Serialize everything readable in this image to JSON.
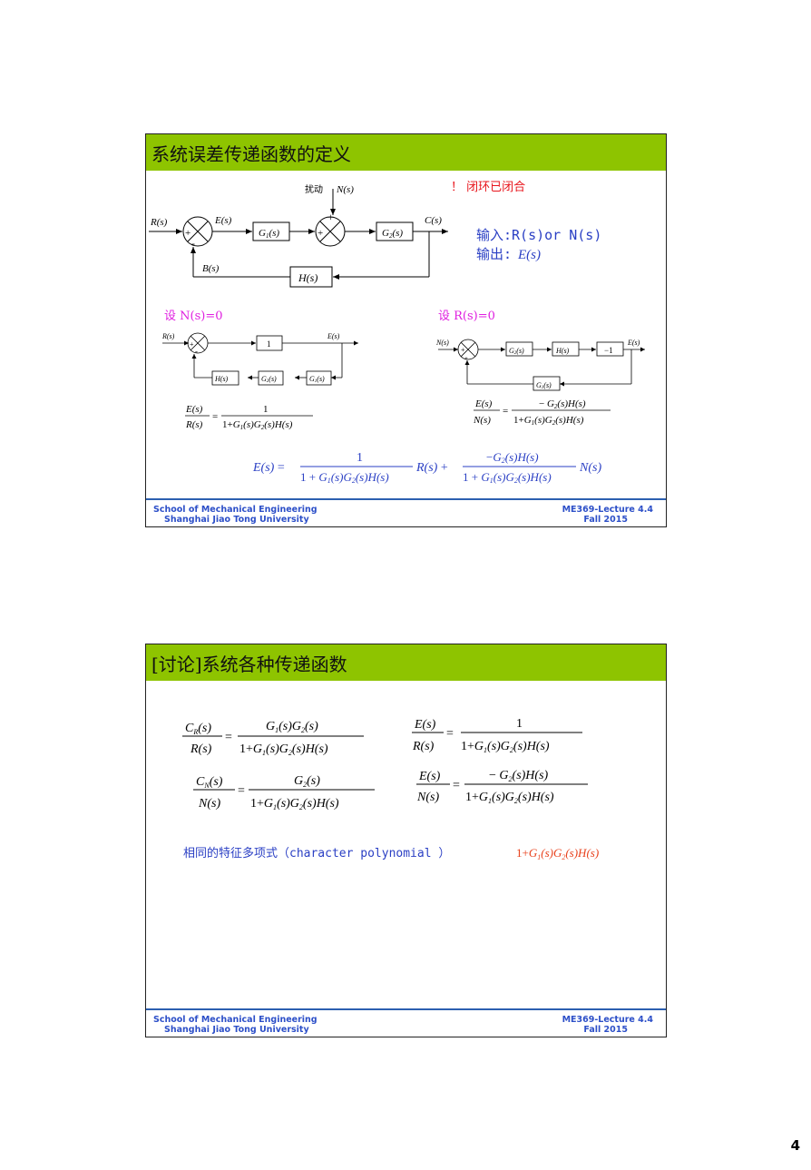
{
  "slide1": {
    "title": "系统误差传递函数的定义",
    "disturbance_label": "扰动",
    "note": "！ 闭环已闭合",
    "input_text": "输入:R(s)or N(s)",
    "output_prefix": "输出:",
    "output_var": "E(s)",
    "set_n_zero": "设 N(s)=0",
    "set_r_zero": "设 R(s)=0",
    "footer_left_1": "School of Mechanical Engineering",
    "footer_left_2": "Shanghai Jiao Tong University",
    "footer_right_1": "ME369-Lecture 4.4",
    "footer_right_2": "Fall 2015",
    "colors": {
      "title_bar": "#8ec400",
      "accent_blue": "#2a3fc4",
      "note_red": "#e8141b",
      "magenta": "#e020e0",
      "footer_blue": "#2c4fc8"
    }
  },
  "slide2": {
    "title": "[讨论]系统各种传递函数",
    "char_poly_text": "相同的特征多项式（character polynomial ）",
    "char_poly_expr": "1+G1(s)G2(s)H(s)",
    "footer_left_1": "School of Mechanical Engineering",
    "footer_left_2": "Shanghai Jiao Tong University",
    "footer_right_1": "ME369-Lecture 4.4",
    "footer_right_2": "Fall 2015",
    "colors": {
      "poly_red": "#e8401b"
    }
  },
  "page_number": "4"
}
